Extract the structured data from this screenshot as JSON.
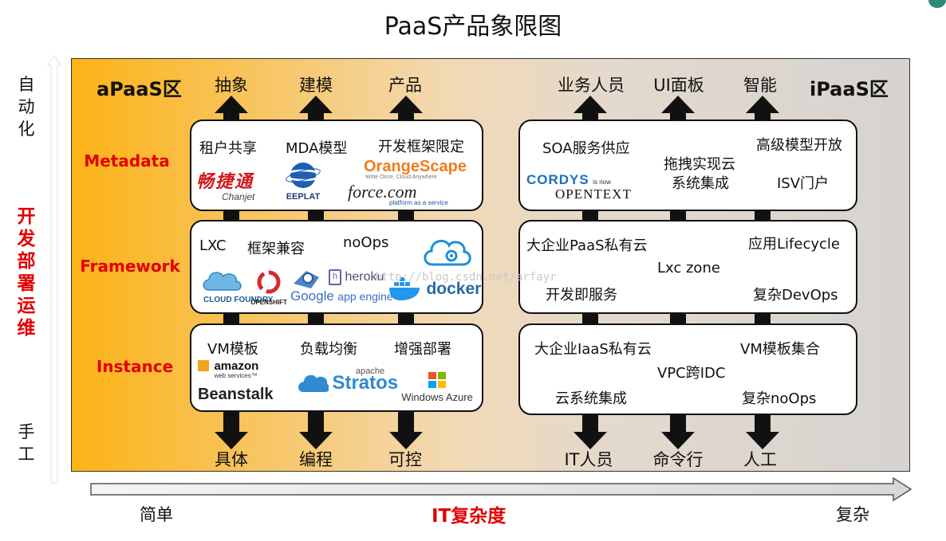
{
  "title": "PaaS产品象限图",
  "left_axis": {
    "top": [
      "自",
      "动",
      "化"
    ],
    "middle": [
      "开",
      "发",
      "部",
      "署",
      "运",
      "维"
    ],
    "bottom": [
      "手",
      "工"
    ]
  },
  "bottom_axis": {
    "left": "简单",
    "center": "IT复杂度",
    "right": "复杂"
  },
  "zones": {
    "apaas": "aPaaS区",
    "ipaas": "iPaaS区"
  },
  "top_labels": [
    "抽象",
    "建模",
    "产品",
    "业务人员",
    "UI面板",
    "智能"
  ],
  "bottom_labels": [
    "具体",
    "编程",
    "可控",
    "IT人员",
    "命令行",
    "人工"
  ],
  "rows": [
    "Metadata",
    "Framework",
    "Instance"
  ],
  "apaas": {
    "metadata": {
      "texts": [
        "租户共享",
        "MDA模型",
        "开发框架限定"
      ],
      "logos": {
        "changjet": "畅捷通",
        "changjet_sub": "Chanjet",
        "eeplat": "EEPLAT",
        "orangescape": "OrangeScape",
        "orangescape_tag": "Write Once, Cloud Anywhere",
        "force": "force.com",
        "force_tag": "platform as a service"
      }
    },
    "framework": {
      "texts": [
        "LXC",
        "框架兼容",
        "noOps"
      ],
      "logos": {
        "cloudfoundry": "CLOUD FOUNDRY",
        "openshift": "OPENSHIFT",
        "heroku": "heroku",
        "google": "Google",
        "appengine": "app engine",
        "docker": "docker"
      }
    },
    "instance": {
      "texts": [
        "VM模板",
        "负载均衡",
        "增强部署"
      ],
      "logos": {
        "amazon": "amazon",
        "amazon_sub": "web services™",
        "beanstalk": "Beanstalk",
        "apache": "apache",
        "stratos": "Stratos",
        "azure": "Windows Azure"
      }
    }
  },
  "ipaas": {
    "metadata": {
      "texts": [
        "SOA服务供应",
        "高级模型开放",
        "拖拽实现云",
        "系统集成",
        "ISV门户"
      ],
      "logos": {
        "cordys": "CORDYS",
        "cordys_is": "is now",
        "opentext": "OPENTEXT"
      }
    },
    "framework": {
      "texts": [
        "大企业PaaS私有云",
        "应用Lifecycle",
        "Lxc zone",
        "开发即服务",
        "复杂DevOps"
      ]
    },
    "instance": {
      "texts": [
        "大企业IaaS私有云",
        "VM模板集合",
        "VPC跨IDC",
        "云系统集成",
        "复杂noOps"
      ]
    }
  },
  "watermark": "http://blog.csdn.net/arfayr"
}
